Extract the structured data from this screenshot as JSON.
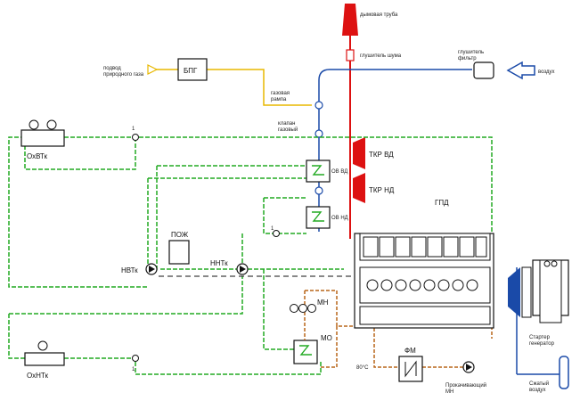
{
  "labels": {
    "chimney": "дымовая труба",
    "exhaust_silencer": "глушитель шума",
    "filter_silencer": "глушитель\nфильтр",
    "intake": "воздух",
    "gas_supply": "подвод\nприродного газа",
    "bpg": "БПГ",
    "gas_burner": "газовая\nрампа",
    "gas_valve": "клапан\nгазовый",
    "tkr_hp": "ТКР ВД",
    "tkr_lp": "ТКР НД",
    "ohv_ht": "ОхВТк",
    "ohv_lt": "ОхНТк",
    "gpd": "ГПД",
    "pozh": "ПОЖ",
    "nvtk": "НВТк",
    "nntk": "ННТк",
    "mn": "МН",
    "mo": "МО",
    "fm": "ФМ",
    "ohv_label_1": "ОВ ВД",
    "ohv_label_2": "ОВ НД",
    "starter_label": "Стартер\nгенератор",
    "compressed_air": "Сжатый\nвоздух",
    "prelube_pump": "Прокачивающий\nМН",
    "temp_label": "80°C",
    "v_label_1": "1",
    "v_label_2": "1",
    "v_label_3": "1"
  },
  "colors": {
    "cooling": "#22aa22",
    "exhaust": "#dd1111",
    "gas": "#e8b800",
    "air": "#1a4aa8",
    "oil": "#b8661a",
    "equipment": "#111111"
  }
}
